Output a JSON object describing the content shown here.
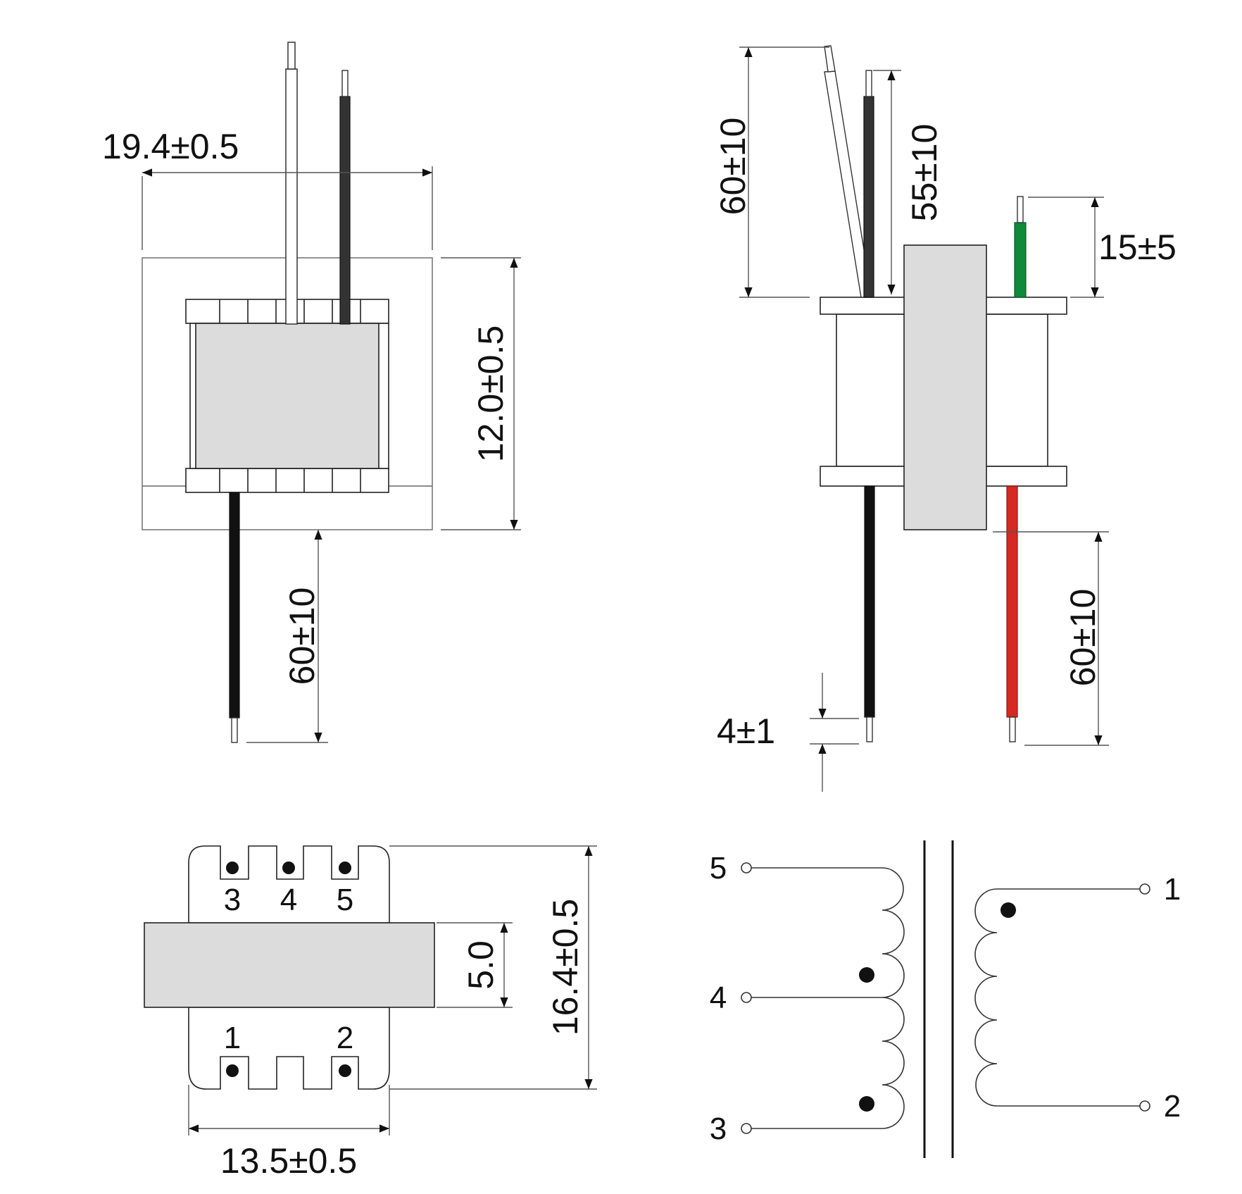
{
  "colors": {
    "core_fill": "#dcdcdc",
    "outline": "#222222",
    "wire_black": "#111111",
    "wire_dark": "#333333",
    "wire_green": "#0e8a3a",
    "wire_red": "#d42a22",
    "wire_white": "#ffffff"
  },
  "front_view": {
    "width_dim": "19.4±0.5",
    "height_dim": "12.0±0.5",
    "lead_dim": "60±10"
  },
  "side_view": {
    "top_long_lead_dim": "60±10",
    "top_short_lead_dim": "55±10",
    "green_lead_dim": "15±5",
    "bottom_lead_dim": "60±10",
    "strip_dim": "4±1"
  },
  "bottom_view": {
    "pins_top": [
      "3",
      "4",
      "5"
    ],
    "pins_bottom": [
      "1",
      "2"
    ],
    "core_dim": "5.0",
    "height_dim": "16.4±0.5",
    "width_dim": "13.5±0.5"
  },
  "schematic": {
    "primary_pins": [
      "5",
      "4",
      "3"
    ],
    "secondary_pins": [
      "1",
      "2"
    ]
  }
}
